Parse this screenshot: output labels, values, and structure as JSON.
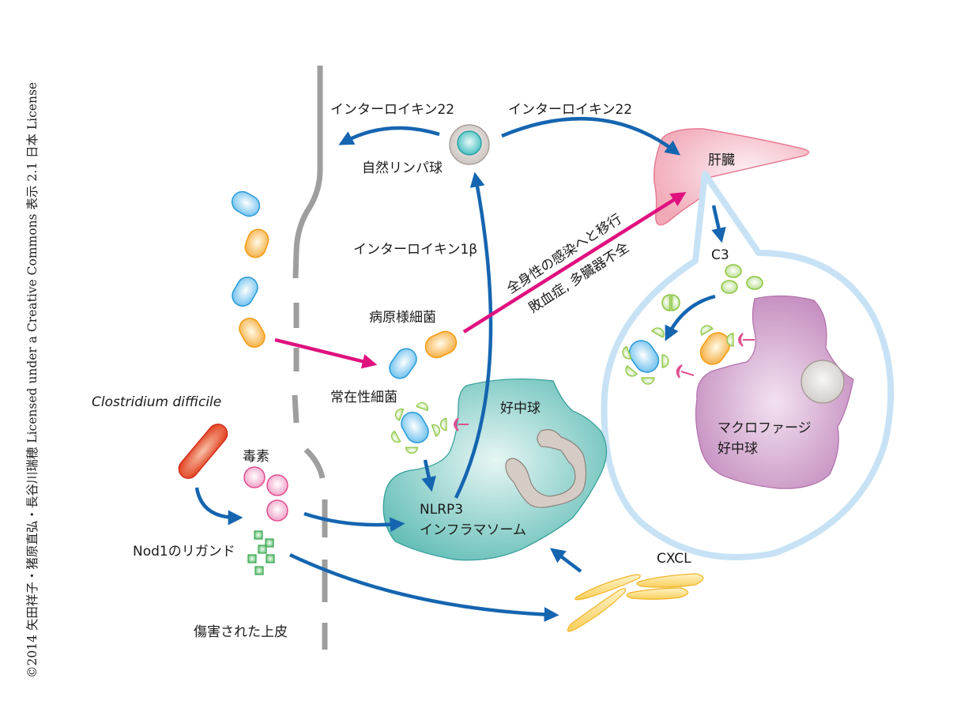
{
  "credit": "©2014 矢田祥子・猪原直弘・長谷川瑞穂 Licensed under a Creative Commons 表示 2.1 日本 License",
  "colors": {
    "arrow_blue": "#1565b0",
    "arrow_magenta": "#e0117f",
    "epithelium_gray": "#9e9e9e",
    "liver_pink": "#f2b5c0",
    "neutrophil_teal": "#6cc3bd",
    "macrophage_purple": "#c48dbf",
    "callout_blue": "#c7e2f5",
    "bacteria_blue": "#7cc8f0",
    "bacteria_orange": "#f7b955",
    "c_difficile_red": "#e54a30",
    "toxin_pink": "#f3a9cc",
    "nod1_green": "#7ec98a",
    "c3_green": "#c8e6a0",
    "cxcl_yellow": "#f9d97a"
  },
  "labels": {
    "il22_left": "インターロイキン22",
    "il22_right": "インターロイキン22",
    "ilc": "自然リンパ球",
    "liver": "肝臓",
    "il1b": "インターロイキン1β",
    "systemic_line1": "全身性の感染へと移行",
    "systemic_line2": "敗血症, 多臓器不全",
    "c3": "C3",
    "pathobiont": "病原様細菌",
    "commensal": "常在性細菌",
    "neutrophil": "好中球",
    "c_difficile": "Clostridium difficile",
    "toxin": "毒素",
    "nlrp3_line1": "NLRP3",
    "nlrp3_line2": "インフラマソーム",
    "nod1": "Nod1のリガンド",
    "cxcl": "CXCL",
    "damaged_epithelium": "傷害された上皮",
    "macrophage_line1": "マクロファージ",
    "macrophage_line2": "好中球"
  }
}
